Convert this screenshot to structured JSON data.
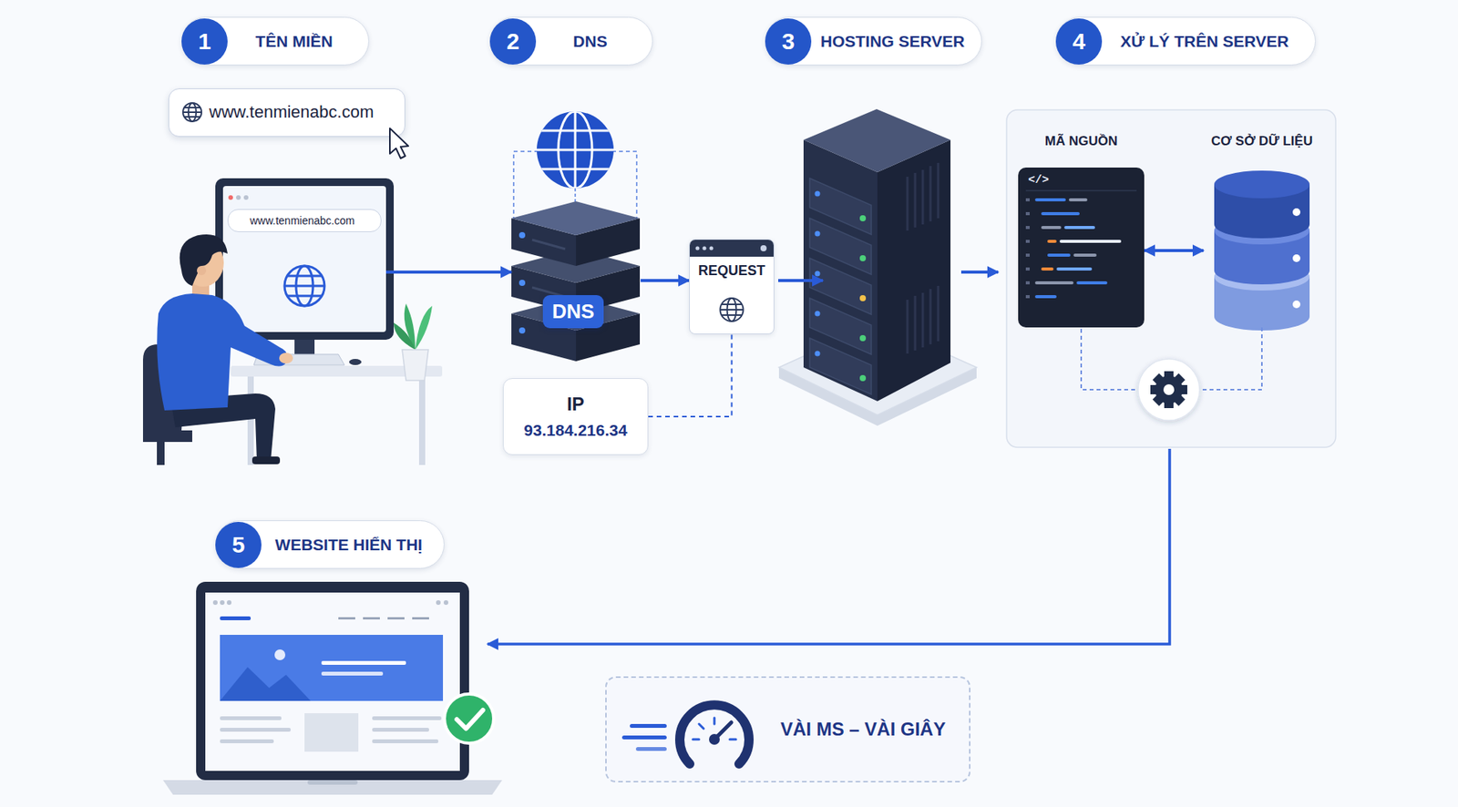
{
  "diagram": {
    "nodes": [
      {
        "text": [
          "1",
          "TÊN MIỀN"
        ]
      },
      {
        "text": [
          "www.tenmienabc.com"
        ]
      },
      {
        "text": [
          "www.tenmienabc.com"
        ]
      },
      {
        "text": [
          "2",
          "DNS"
        ]
      },
      {
        "text": [
          "DNS"
        ]
      },
      {
        "text": [
          "IP",
          "93.184.216.34"
        ]
      },
      {
        "text": [
          "REQUEST"
        ]
      },
      {
        "text": [
          "3",
          "HOSTING SERVER"
        ]
      },
      {
        "text": [
          "4",
          "XỬ LÝ TRÊN SERVER"
        ]
      },
      {
        "text": [
          "MÃ NGUỒN"
        ]
      },
      {
        "text": [
          "CƠ SỞ DỮ LIỆU"
        ]
      },
      {
        "text": [
          "5",
          "WEBSITE HIỂN THỊ"
        ]
      },
      {
        "text": [
          "VÀI MS – VÀI GIÂY"
        ]
      }
    ],
    "edges": [
      {
        "from": 2,
        "to": 4,
        "arrow": "to"
      },
      {
        "from": 4,
        "to": 6,
        "arrow": "to"
      },
      {
        "from": 5,
        "to": 6,
        "arrow": "none"
      },
      {
        "from": 9,
        "to": 10,
        "arrow": "both"
      }
    ],
    "labels": [
      "</>"
    ]
  }
}
